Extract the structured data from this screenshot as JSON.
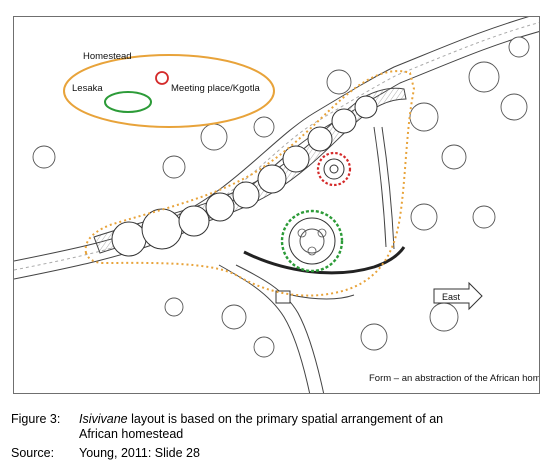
{
  "diagram": {
    "legend": {
      "title": "Homestead",
      "lesaka": "Lesaka",
      "meeting_place": "Meeting place/Kgotla"
    },
    "east_label": "East",
    "form_label": "Form – an abstraction of the African homestead",
    "colors": {
      "homestead_orange": "#e8a33a",
      "lesaka_green": "#2c9b38",
      "meeting_red": "#d42a2a",
      "ink": "#333333"
    }
  },
  "caption": {
    "figure_key": "Figure 3:",
    "figure_italic": "Isivivane",
    "figure_rest": " layout is based on the primary spatial arrangement of an",
    "figure_line2": "African homestead",
    "source_key": "Source:",
    "source_text": "Young, 2011: Slide 28"
  }
}
